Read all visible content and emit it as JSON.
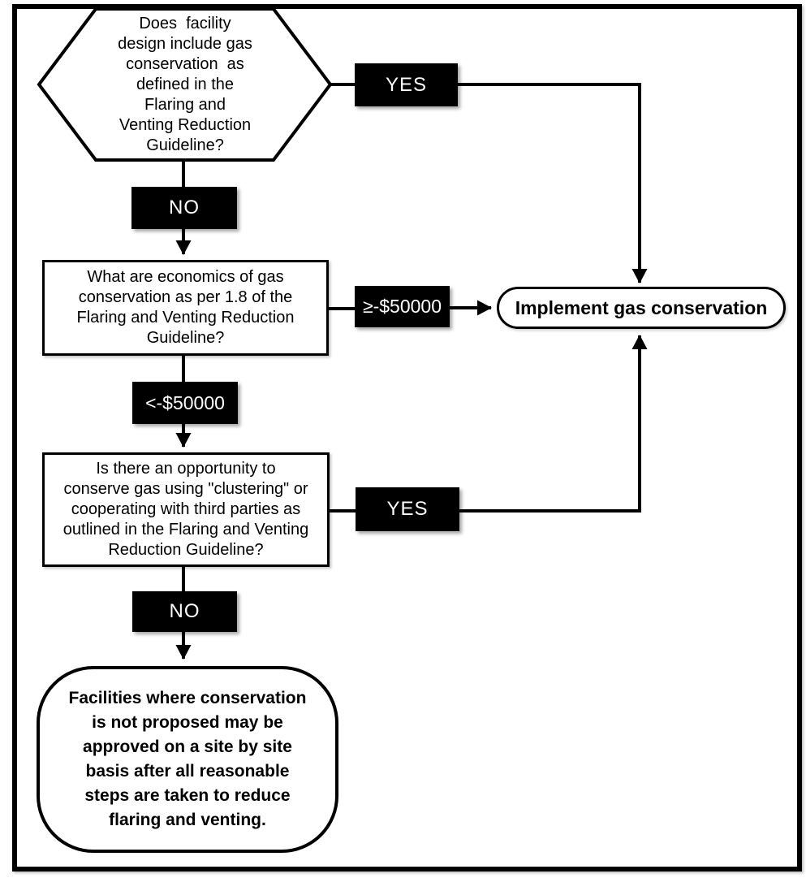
{
  "diagram": {
    "type": "flowchart",
    "background_color": "#ffffff",
    "line_color": "#000000",
    "node_fill": "#ffffff",
    "label_fill": "#000000",
    "label_text_color": "#ffffff",
    "nodes": {
      "facility_design_decision": {
        "shape": "hexagon",
        "text": "Does  facility\ndesign include gas\nconservation  as\ndefined in the\nFlaring and\nVenting Reduction\nGuideline?"
      },
      "economics_question": {
        "shape": "rectangle",
        "text": "What are economics of gas\nconservation as per 1.8 of the\nFlaring and Venting Reduction\nGuideline?"
      },
      "clustering_question": {
        "shape": "rectangle",
        "text": "Is there an opportunity to\nconserve gas using \"clustering\" or\ncooperating with third parties as\noutlined in the Flaring and Venting\nReduction Guideline?"
      },
      "implement_gas_conservation": {
        "shape": "stadium",
        "text": "Implement gas conservation"
      },
      "site_by_site_approval": {
        "shape": "rounded-rectangle",
        "text": "Facilities where conservation\nis not proposed may be\napproved on a site by site\nbasis after all reasonable\nsteps are taken to reduce\nflaring and venting."
      }
    },
    "edge_labels": {
      "yes_1": {
        "text": "YES"
      },
      "no_1": {
        "text": "NO"
      },
      "ge_neg_50000": {
        "text": "≥-$50000"
      },
      "lt_neg_50000": {
        "text": "<-$50000"
      },
      "yes_2": {
        "text": "YES"
      },
      "no_2": {
        "text": "NO"
      }
    },
    "edges": [
      {
        "from": "facility_design_decision",
        "label": "yes_1",
        "to": "implement_gas_conservation"
      },
      {
        "from": "facility_design_decision",
        "label": "no_1",
        "to": "economics_question"
      },
      {
        "from": "economics_question",
        "label": "ge_neg_50000",
        "to": "implement_gas_conservation"
      },
      {
        "from": "economics_question",
        "label": "lt_neg_50000",
        "to": "clustering_question"
      },
      {
        "from": "clustering_question",
        "label": "yes_2",
        "to": "implement_gas_conservation"
      },
      {
        "from": "clustering_question",
        "label": "no_2",
        "to": "site_by_site_approval"
      }
    ]
  }
}
